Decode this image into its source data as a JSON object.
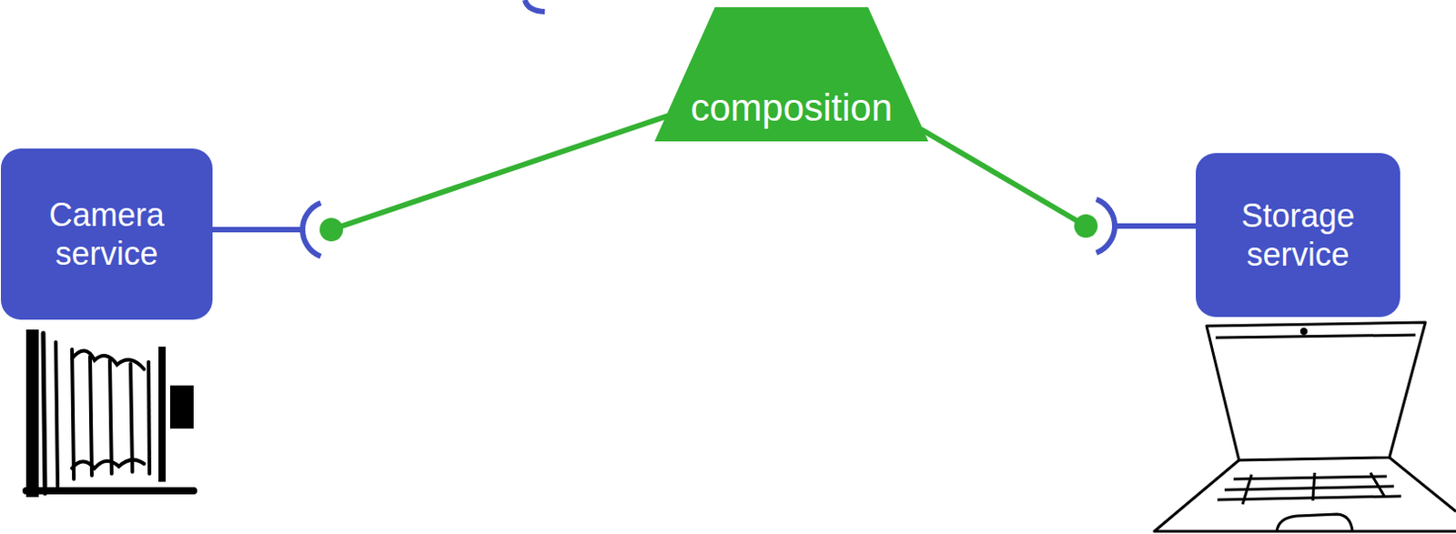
{
  "diagram": {
    "nodes": [
      {
        "text": [
          "composition"
        ]
      },
      {
        "text": [
          "Camera service"
        ]
      },
      {
        "text": [
          "Storage service"
        ]
      }
    ],
    "edges": [
      {
        "from": 0,
        "to": 1,
        "arrow": "none"
      },
      {
        "from": 0,
        "to": 2,
        "arrow": "none"
      }
    ]
  }
}
